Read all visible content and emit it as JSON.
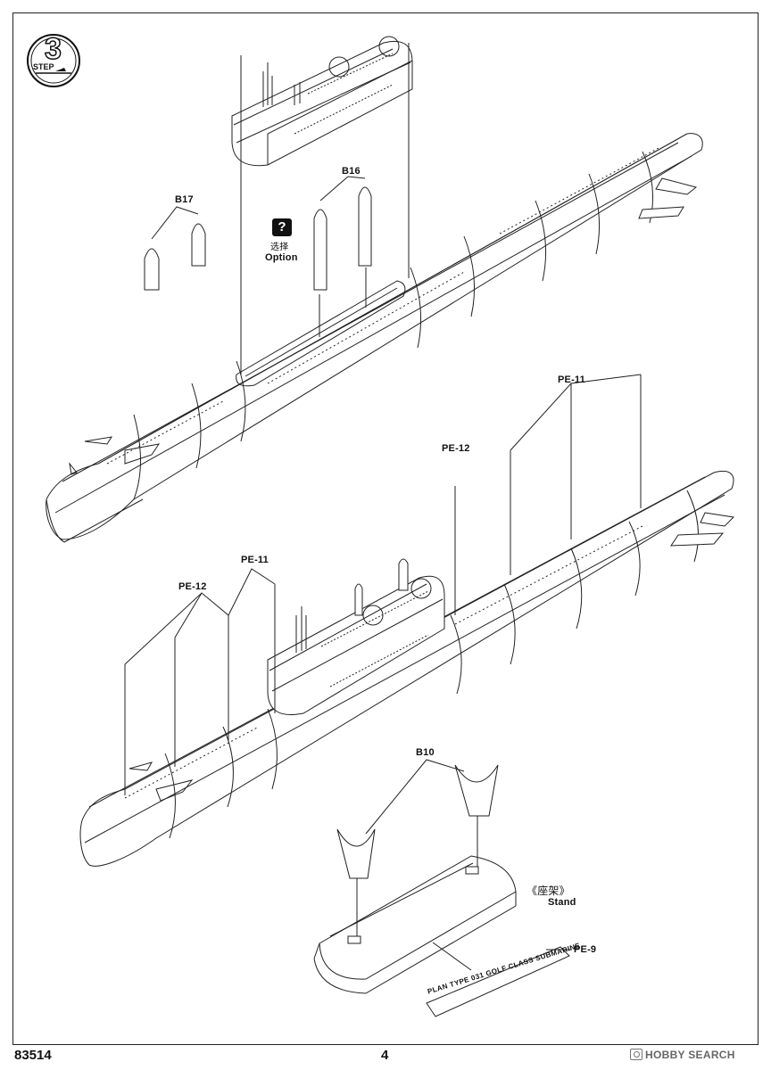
{
  "step": {
    "word": "STEP",
    "number": "3"
  },
  "labels": {
    "b17": "B17",
    "b16": "B16",
    "option_icon": "?",
    "option_cn": "选择",
    "option_en": "Option",
    "pe11_top": "PE-11",
    "pe12_mid": "PE-12",
    "pe11_left": "PE-11",
    "pe12_left": "PE-12",
    "b10": "B10",
    "stand_cn": "《座架》",
    "stand_en": "Stand",
    "pe9": "PE-9"
  },
  "plate_text": "PLAN TYPE 031 GOLF CLASS SUBMARINE",
  "footer": {
    "code": "83514",
    "page": "4"
  },
  "watermark": {
    "text": "HOBBY SEARCH",
    "icon": "hobby-search-logo-icon"
  },
  "colors": {
    "ink": "#111111",
    "paper": "#ffffff",
    "watermark": "#666666"
  }
}
